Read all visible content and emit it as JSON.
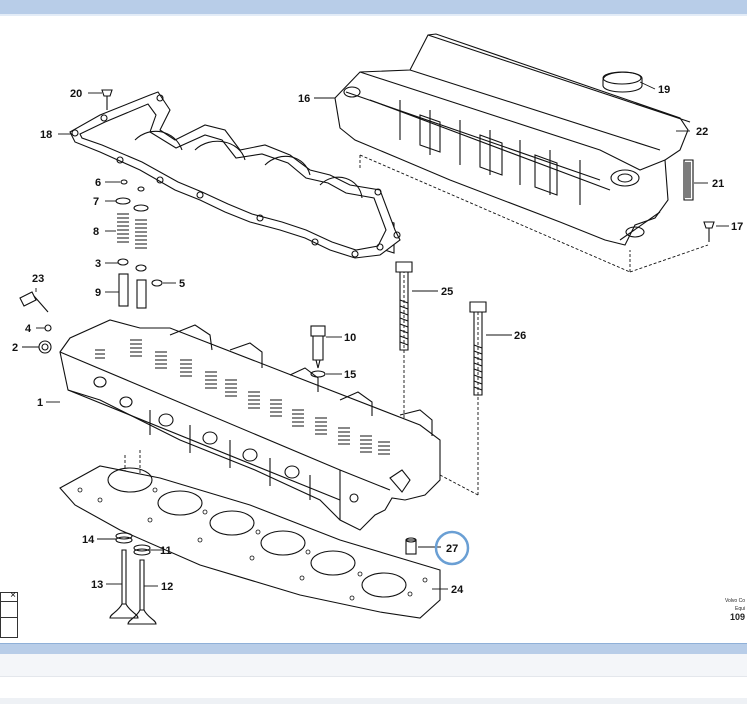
{
  "diagram": {
    "callouts": {
      "c1": "1",
      "c2": "2",
      "c3": "3",
      "c4": "4",
      "c5": "5",
      "c6": "6",
      "c7": "7",
      "c8": "8",
      "c9": "9",
      "c10": "10",
      "c11": "11",
      "c12": "12",
      "c13": "13",
      "c14": "14",
      "c15": "15",
      "c16": "16",
      "c17": "17",
      "c18": "18",
      "c19": "19",
      "c20": "20",
      "c21": "21",
      "c22": "22",
      "c23": "23",
      "c24": "24",
      "c25": "25",
      "c26": "26",
      "c27": "27"
    },
    "highlighted_callout": "27",
    "highlight_color": "#6a9fd4",
    "credit": {
      "line1": "Volvo Co",
      "line2": "Equi",
      "line3": "109"
    },
    "mini_window_close": "×"
  },
  "chrome": {
    "bar_color": "#b8cde8"
  }
}
